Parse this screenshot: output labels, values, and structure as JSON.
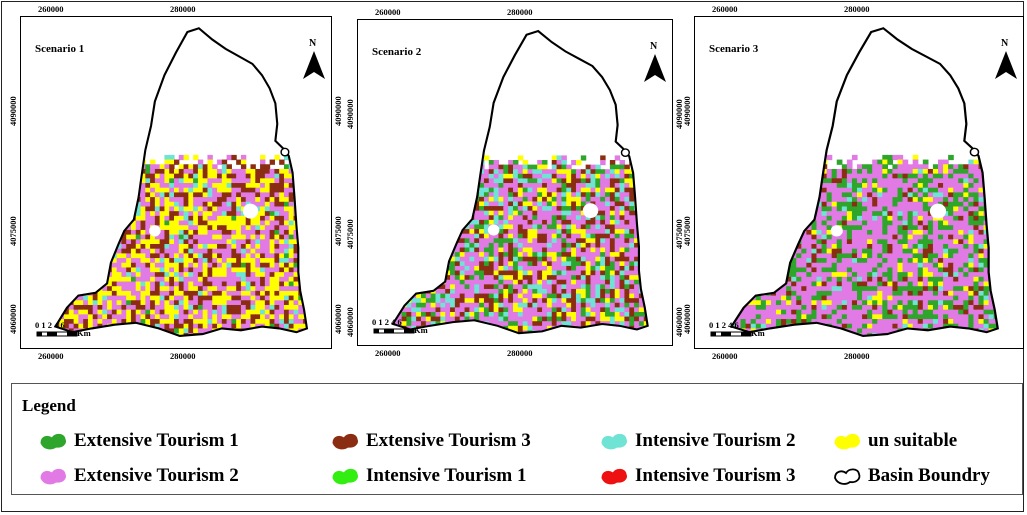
{
  "scenarios": [
    {
      "title": "Scenario 1"
    },
    {
      "title": "Scenario 2"
    },
    {
      "title": "Scenario 3"
    }
  ],
  "axes": {
    "x_ticks": [
      "260000",
      "280000"
    ],
    "y_ticks": [
      "4090000",
      "4075000",
      "4060000"
    ],
    "north_label": "N",
    "scale_numbers": "0 1 2   4   6",
    "scale_unit": "Km"
  },
  "legend": {
    "title": "Legend",
    "items": [
      {
        "label": "Extensive Tourism 1",
        "color": "#2ea52b"
      },
      {
        "label": "Extensive Tourism 3",
        "color": "#8b2d12"
      },
      {
        "label": "Intensive Tourism 2",
        "color": "#6fe3d4"
      },
      {
        "label": "un suitable",
        "color": "#ffff00"
      },
      {
        "label": "Extensive Tourism 2",
        "color": "#e27ae6"
      },
      {
        "label": "Intensive Tourism 1",
        "color": "#33ee11"
      },
      {
        "label": "Intensive Tourism 3",
        "color": "#ee1111"
      },
      {
        "label": "Basin Boundry",
        "color": "#ffffff"
      }
    ]
  }
}
